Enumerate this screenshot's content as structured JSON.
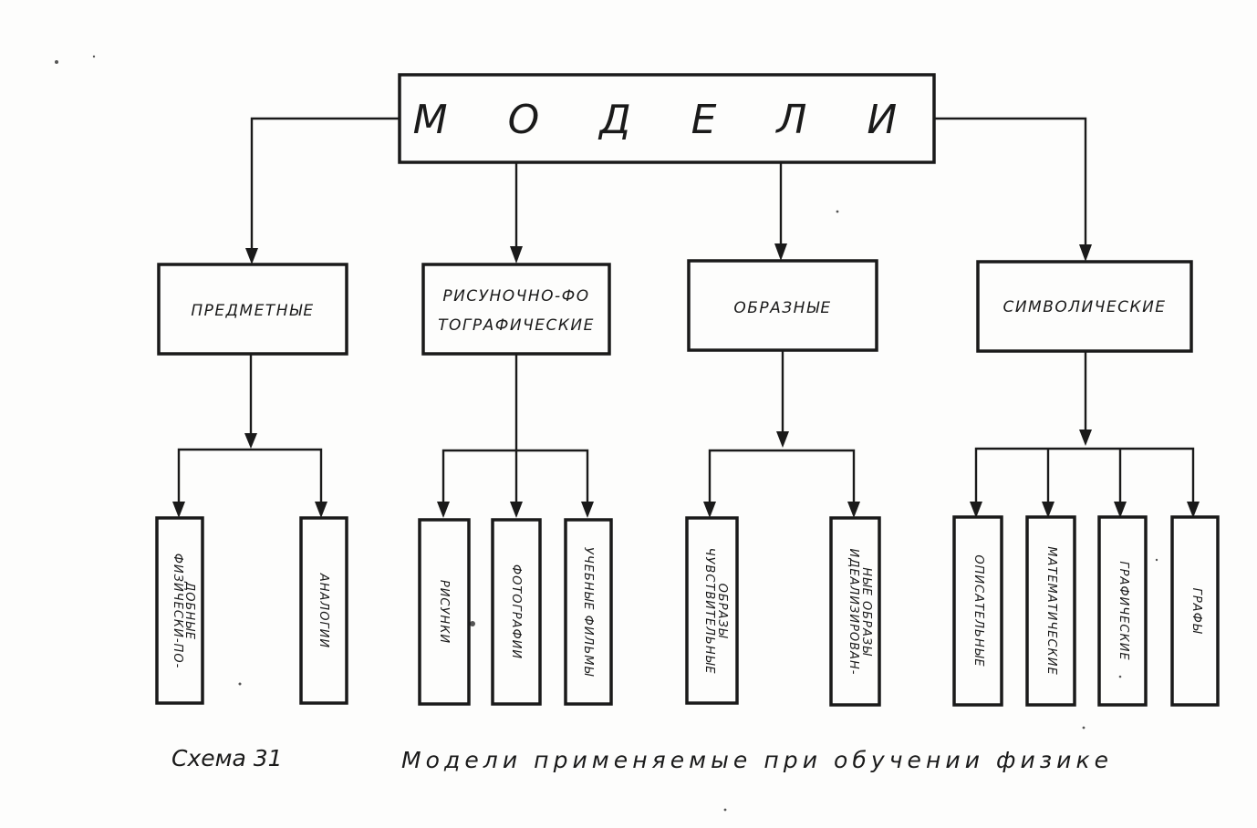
{
  "diagram": {
    "root": "М О Д Е Л И",
    "categories": [
      {
        "label_lines": [
          "ПРЕДМЕТНЫЕ"
        ]
      },
      {
        "label_lines": [
          "РИСУНОЧНО-ФО",
          "ТОГРАФИЧЕСКИЕ"
        ]
      },
      {
        "label_lines": [
          "ОБРАЗНЫЕ"
        ]
      },
      {
        "label_lines": [
          "СИМВОЛИЧЕСКИЕ"
        ]
      }
    ],
    "leaves": [
      {
        "label_lines": [
          "ФИЗИЧЕСКИ-ПО-",
          "ДОБНЫЕ"
        ]
      },
      {
        "label_lines": [
          "АНАЛОГИИ"
        ]
      },
      {
        "label_lines": [
          "РИСУНКИ"
        ]
      },
      {
        "label_lines": [
          "ФОТОГРАФИИ"
        ]
      },
      {
        "label_lines": [
          "УЧЕБНЫЕ ФИЛЬМЫ"
        ]
      },
      {
        "label_lines": [
          "ЧУВСТВИТЕЛЬНЫЕ",
          "ОБРАЗЫ"
        ]
      },
      {
        "label_lines": [
          "ИДЕАЛИЗИРОВАН-",
          "НЫЕ ОБРАЗЫ"
        ]
      },
      {
        "label_lines": [
          "ОПИСАТЕЛЬНЫЕ"
        ]
      },
      {
        "label_lines": [
          "МАТЕМАТИЧЕСКИЕ"
        ]
      },
      {
        "label_lines": [
          "ГРАФИЧЕСКИЕ"
        ]
      },
      {
        "label_lines": [
          "ГРАФЫ"
        ]
      }
    ],
    "caption_left": "Схема 31",
    "caption_right": "Модели применяемые при обучении физике"
  }
}
